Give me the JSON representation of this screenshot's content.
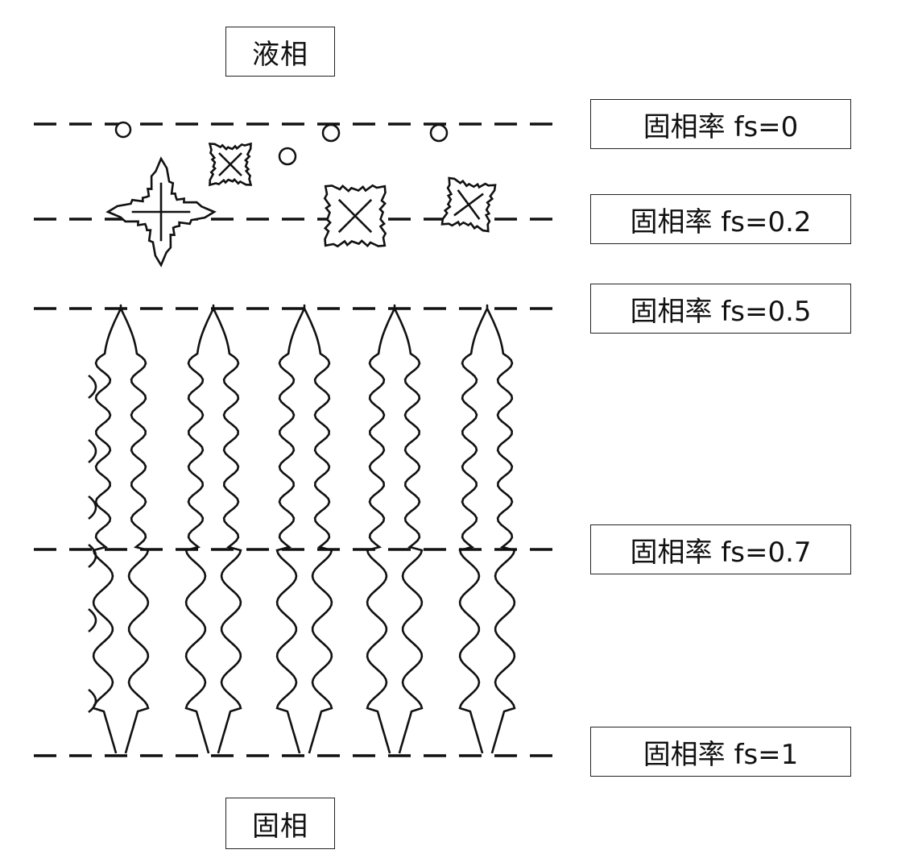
{
  "phases": {
    "liquid": "液相",
    "solid": "固相"
  },
  "levels": [
    {
      "label": "固相率 fs=0",
      "fs": 0
    },
    {
      "label": "固相率 fs=0.2",
      "fs": 0.2
    },
    {
      "label": "固相率 fs=0.5",
      "fs": 0.5
    },
    {
      "label": "固相率 fs=0.7",
      "fs": 0.7
    },
    {
      "label": "固相率 fs=1",
      "fs": 1
    }
  ],
  "colors": {
    "ink": "#111111",
    "background": "#ffffff"
  }
}
